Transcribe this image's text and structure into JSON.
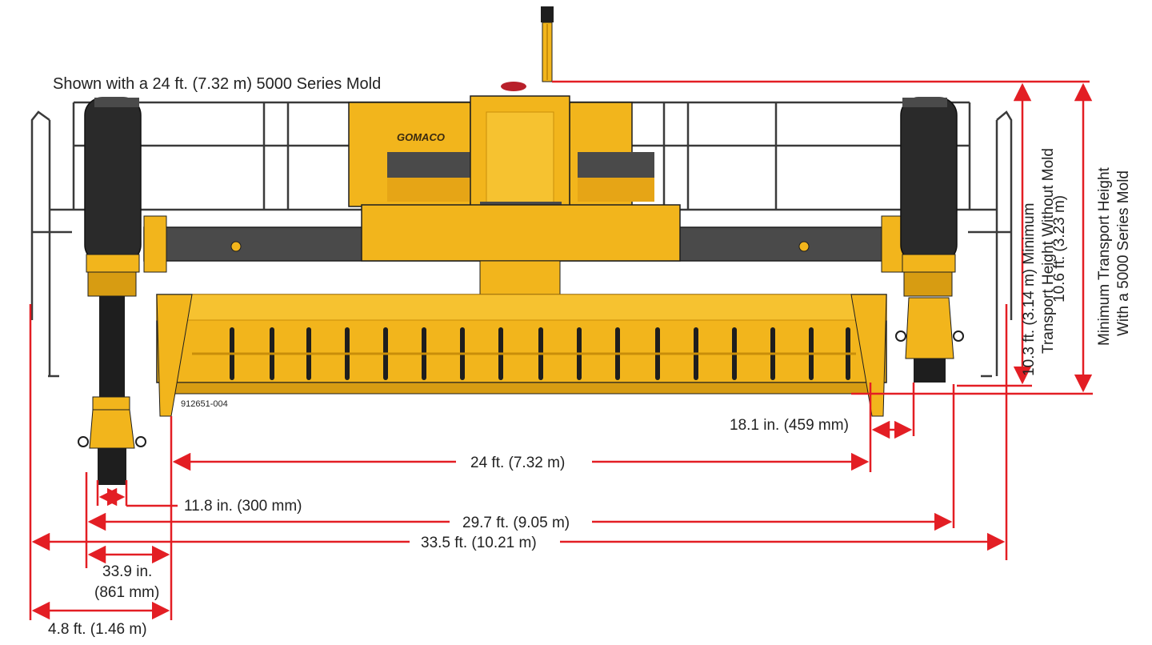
{
  "caption": "Shown with a 24 ft. (7.32 m) 5000 Series Mold",
  "part_number": "912651-004",
  "logo": "GOMACO",
  "dimensions": {
    "height_without_mold": [
      "10.3 ft. (3.14 m) Minimum",
      "Transport Height Without Mold"
    ],
    "height_with_mold": [
      "10.6 ft. (3.23 m)",
      "Minimum Transport Height",
      "With a 5000 Series Mold"
    ],
    "leg_offset_right": "18.1 in. (459 mm)",
    "mold_width": "24 ft. (7.32 m)",
    "track_width_small": "11.8 in. (300 mm)",
    "track_gauge": "29.7 ft. (9.05 m)",
    "overall_width": "33.5 ft. (10.21 m)",
    "leg_offset_left": [
      "33.9 in.",
      "(861 mm)"
    ],
    "overhang_left": "4.8 ft. (1.46 m)"
  },
  "colors": {
    "machine_yellow": "#f2b51c",
    "machine_yellow_dark": "#c98e0a",
    "machine_gray": "#4a4a4a",
    "machine_black": "#1e1e1e",
    "dimension_red": "#e31e24"
  }
}
